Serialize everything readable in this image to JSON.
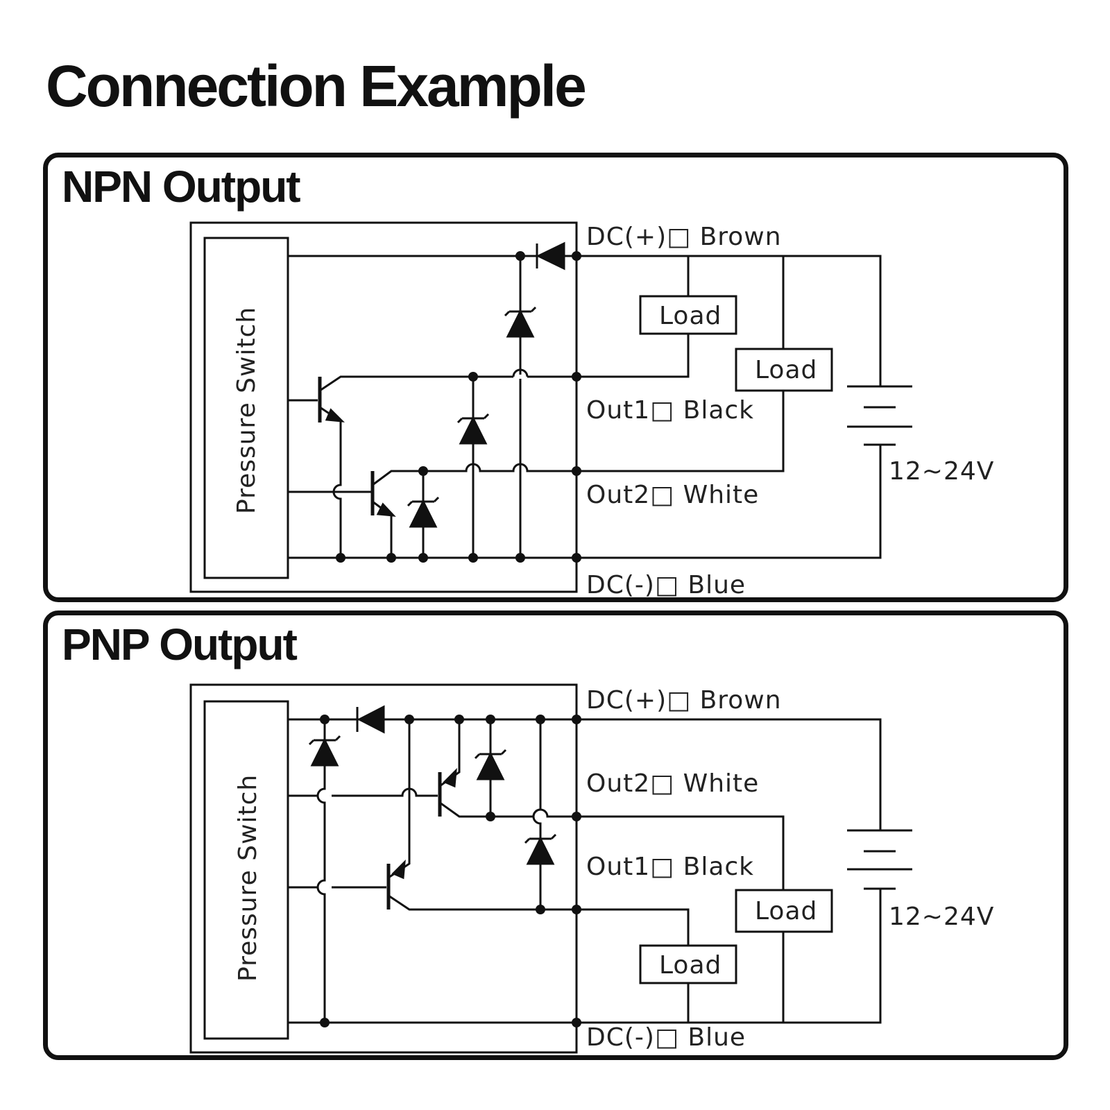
{
  "title": "Connection Example",
  "npn": {
    "heading": "NPN Output",
    "device": "Pressure Switch",
    "terminals": {
      "dc_plus": "DC(+)□ Brown",
      "out1": "Out1□ Black",
      "out2": "Out2□ White",
      "dc_minus": "DC(-)□ Blue"
    },
    "loads": [
      "Load",
      "Load"
    ],
    "supply": "12~24V"
  },
  "pnp": {
    "heading": "PNP Output",
    "device": "Pressure Switch",
    "terminals": {
      "dc_plus": "DC(+)□ Brown",
      "out2": "Out2□ White",
      "out1": "Out1□ Black",
      "dc_minus": "DC(-)□ Blue"
    },
    "loads": [
      "Load",
      "Load"
    ],
    "supply": "12~24V"
  },
  "colors": {
    "line": "#111111",
    "background": "#ffffff"
  }
}
